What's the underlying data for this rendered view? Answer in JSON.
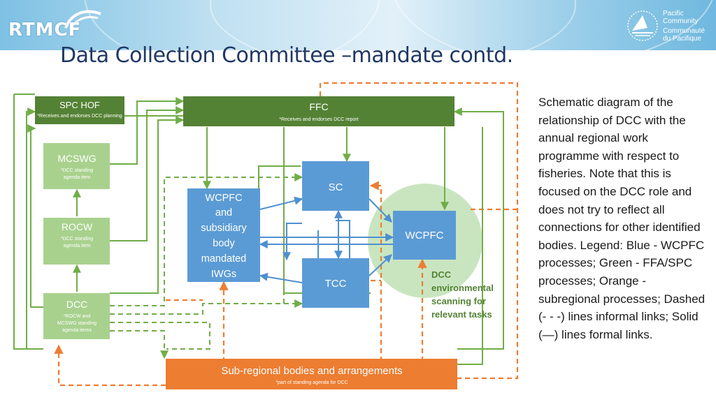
{
  "header": {
    "logo_left_text": "RTMCF",
    "logo_right_lines": [
      "Pacific",
      "Community",
      "Communauté",
      "du Pacifique"
    ]
  },
  "title": "Data Collection Committee –mandate contd.",
  "description": "Schematic diagram of the relationship of DCC with the annual regional work programme with respect to fisheries. Note that this is focused on the DCC role and does not try to reflect all connections for other identified bodies. Legend: Blue - WCPFC processes; Green - FFA/SPC processes; Orange - subregional processes; Dashed (- - -) lines informal links; Solid (—) lines formal links.",
  "colors": {
    "green_dark": "#548235",
    "green_light": "#a9d18e",
    "green_line": "#70ad47",
    "blue": "#5b9bd5",
    "blue_line": "#4f8fd0",
    "orange": "#ed7d31",
    "circle": "#c9e5c0",
    "annotation_text": "#548235"
  },
  "diagram": {
    "spc_hof": {
      "title": "SPC HOF",
      "sub": "*Receives and endorses DCC planning"
    },
    "ffc": {
      "title": "FFC",
      "sub": "*Receives and endorses DCC report"
    },
    "mcswg": {
      "title": "MCSWG",
      "sub": [
        "*DCC standing",
        "agenda item"
      ]
    },
    "rocw": {
      "title": "ROCW",
      "sub": [
        "*DCC standing",
        "agenda item"
      ]
    },
    "dcc": {
      "title": "DCC",
      "sub": [
        "*ROCW and",
        "MCSWG standing",
        "agenda items"
      ]
    },
    "wcpfc_sub": {
      "title": [
        "WCPFC",
        "and",
        "subsidiary",
        "body",
        "mandated",
        "IWGs"
      ]
    },
    "sc": {
      "title": "SC"
    },
    "tcc": {
      "title": "TCC"
    },
    "wcpfc": {
      "title": "WCPFC"
    },
    "env_note": [
      "DCC",
      "environmental",
      "scanning for",
      "relevant tasks"
    ],
    "subregional": {
      "title": "Sub-regional bodies and arrangements",
      "sub": "*part of standing agenda for DCC"
    }
  }
}
